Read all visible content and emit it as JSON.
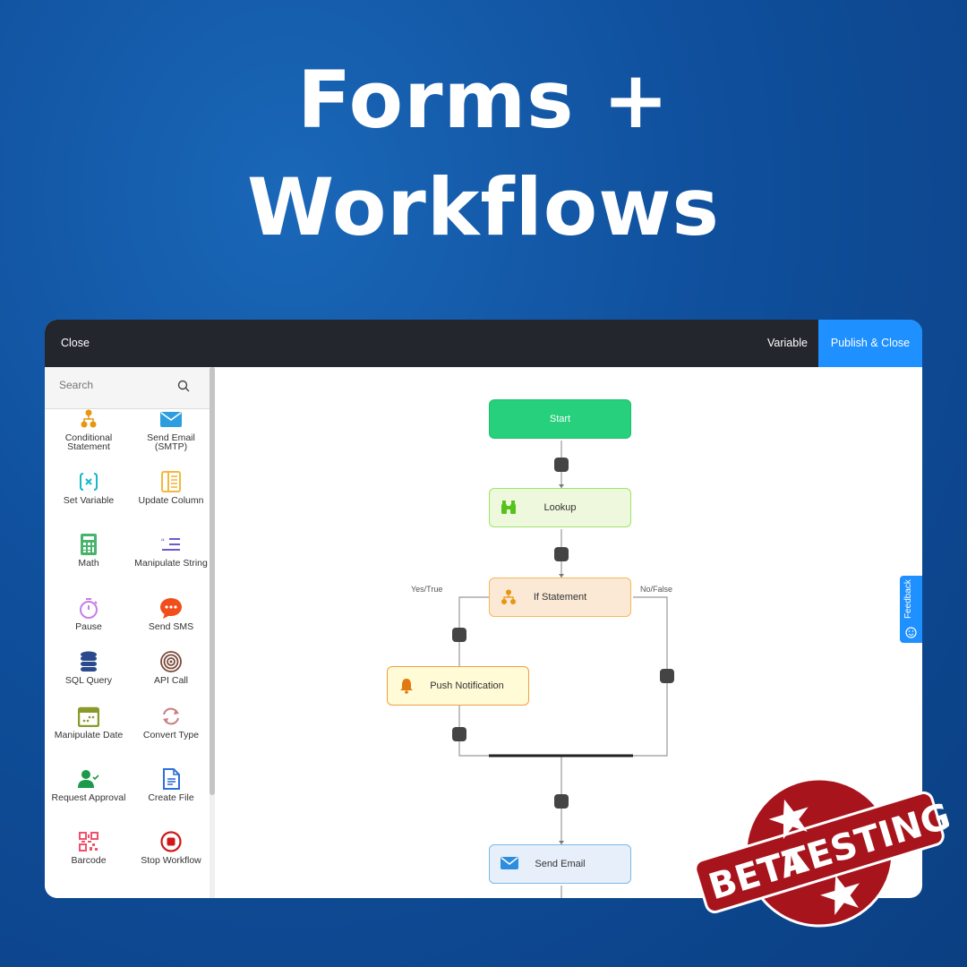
{
  "headline": {
    "line1": "Forms +",
    "line2": "Workflows"
  },
  "topbar": {
    "close": "Close",
    "variable": "Variable",
    "publish": "Publish & Close"
  },
  "sidebar": {
    "search_placeholder": "Search",
    "tools": [
      {
        "label": "Conditional Statement",
        "icon": "sitemap-icon",
        "color": "#e8950f"
      },
      {
        "label": "Send Email (SMTP)",
        "icon": "envelope-icon",
        "color": "#2d9de0"
      },
      {
        "label": "Set Variable",
        "icon": "variable-icon",
        "color": "#17b8c8"
      },
      {
        "label": "Update Column",
        "icon": "column-icon",
        "color": "#f5b83c"
      },
      {
        "label": "Math",
        "icon": "calculator-icon",
        "color": "#47b36b"
      },
      {
        "label": "Manipulate String",
        "icon": "quote-lines-icon",
        "color": "#6a5acd"
      },
      {
        "label": "Pause",
        "icon": "stopwatch-icon",
        "color": "#c77ee8"
      },
      {
        "label": "Send SMS",
        "icon": "chat-bubble-icon",
        "color": "#f04e1a"
      },
      {
        "label": "SQL Query",
        "icon": "database-icon",
        "color": "#2b4a8c"
      },
      {
        "label": "API Call",
        "icon": "target-icon",
        "color": "#7a4a3a"
      },
      {
        "label": "Manipulate Date",
        "icon": "calendar-icon",
        "color": "#8a9a2a"
      },
      {
        "label": "Convert Type",
        "icon": "refresh-icon",
        "color": "#c98080"
      },
      {
        "label": "Request Approval",
        "icon": "user-check-icon",
        "color": "#1a9a4a"
      },
      {
        "label": "Create File",
        "icon": "file-icon",
        "color": "#2f6fd8"
      },
      {
        "label": "Barcode",
        "icon": "qr-code-icon",
        "color": "#f0506a"
      },
      {
        "label": "Stop Workflow",
        "icon": "stop-icon",
        "color": "#d01818"
      }
    ]
  },
  "flow": {
    "start": "Start",
    "lookup": "Lookup",
    "if": "If Statement",
    "yes": "Yes/True",
    "no": "No/False",
    "push": "Push Notification",
    "email": "Send Email"
  },
  "feedback": "Feedback",
  "stamp": {
    "text1": "BETA",
    "text2": "TESTING"
  }
}
